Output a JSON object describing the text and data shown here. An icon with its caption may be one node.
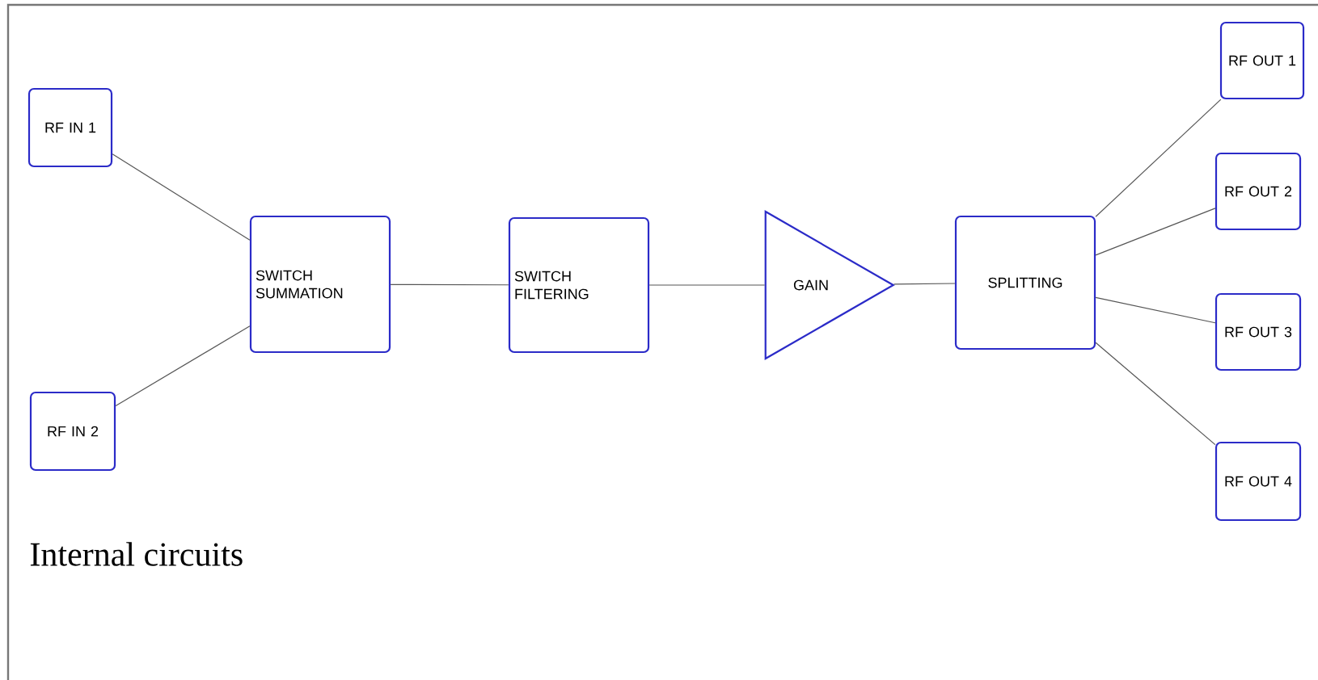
{
  "diagram": {
    "nodes": [
      {
        "text": [
          "RF IN 1"
        ]
      },
      {
        "text": [
          "RF IN 2"
        ]
      },
      {
        "text": [
          "SWITCH SUMMATION"
        ]
      },
      {
        "text": [
          "SWITCH FILTERING"
        ]
      },
      {
        "text": [
          "GAIN"
        ]
      },
      {
        "text": [
          "SPLITTING"
        ]
      },
      {
        "text": [
          "RF OUT 1"
        ]
      },
      {
        "text": [
          "RF OUT 2"
        ]
      },
      {
        "text": [
          "RF OUT 3"
        ]
      },
      {
        "text": [
          "RF OUT 4"
        ]
      }
    ],
    "edges": [
      {
        "from": 0,
        "to": 2,
        "arrow": "none"
      },
      {
        "from": 1,
        "to": 2,
        "arrow": "none"
      },
      {
        "from": 2,
        "to": 3,
        "arrow": "none"
      },
      {
        "from": 3,
        "to": 4,
        "arrow": "none"
      },
      {
        "from": 4,
        "to": 5,
        "arrow": "none"
      },
      {
        "from": 5,
        "to": 6,
        "arrow": "none"
      },
      {
        "from": 5,
        "to": 7,
        "arrow": "none"
      },
      {
        "from": 5,
        "to": 8,
        "arrow": "none"
      },
      {
        "from": 5,
        "to": 9,
        "arrow": "none"
      }
    ],
    "labels": [
      "Internal circuits"
    ]
  }
}
